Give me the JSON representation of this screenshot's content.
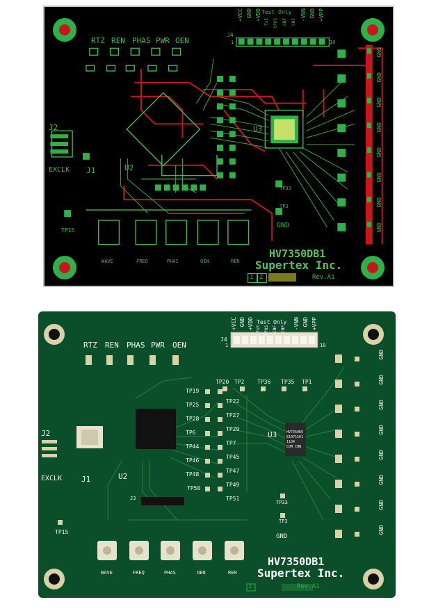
{
  "colors": {
    "top_board": "#000000",
    "top_silk": "#46b94d",
    "top_trace_red": "#c8161e",
    "bottom_board": "#0b4f2a",
    "bottom_silk": "#f2f2f2"
  },
  "top_view": {
    "switch_labels": [
      "RTZ",
      "REN",
      "PHAS",
      "PWR",
      "OEN"
    ],
    "connector_label": "J4",
    "connector_pins": [
      "+VCC",
      "GND",
      "+VDD",
      "TxE",
      "CPOS",
      "CNF",
      "CNF",
      "-VNN",
      "GND",
      "+VPP"
    ],
    "test_only": "Test Only",
    "pin1": "1",
    "pin10": "10",
    "u2": "U2",
    "u3": "U3",
    "j1": "J1",
    "j2": "J2",
    "excl": "EXCLK",
    "tp15": "TP15",
    "tp3": "TP3",
    "gnd": "GND",
    "tp33": "TP33",
    "buttons": [
      "WAVE",
      "FREQ",
      "PHAS",
      "OEN",
      "REN"
    ],
    "board_name": "HV7350DB1",
    "company": "Supertex Inc.",
    "layer1": "1",
    "layer2": "2",
    "revision": "Rev.A1",
    "right_gnd": [
      "GND",
      "GND",
      "GND",
      "GND",
      "GND",
      "GND",
      "GND",
      "GND"
    ]
  },
  "bottom_view": {
    "switch_labels": [
      "RTZ",
      "REN",
      "PHAS",
      "PWR",
      "OEN"
    ],
    "connector_label": "J4",
    "connector_pins": [
      "+VCC",
      "GND",
      "+VDD",
      "TxE",
      "CPOS",
      "CNF",
      "CNF",
      "-VNN",
      "GND",
      "+VPP"
    ],
    "test_only": "Test Only",
    "pin1": "1",
    "pin10": "10",
    "u2": "U2",
    "u3": "U3",
    "j1": "J1",
    "j2": "J2",
    "j3": "J3",
    "excl": "EXCLK",
    "tp15": "TP15",
    "tp3": "TP3",
    "tp33": "TP33",
    "gnd": "GND",
    "buttons": [
      "WAVE",
      "FREQ",
      "PHAS",
      "OEN",
      "REN"
    ],
    "left_tps": [
      "TP19",
      "TP25",
      "TP28",
      "TP6",
      "TP44",
      "TP46",
      "TP48",
      "TP50"
    ],
    "right_tps": [
      "TP22",
      "TP27",
      "TP29",
      "TP7",
      "TP45",
      "TP47",
      "TP49",
      "TP51"
    ],
    "top_tps": [
      "TP20",
      "TP2",
      "TP36",
      "TP35",
      "TP1"
    ],
    "chip_text": [
      "HV7350K6",
      "E1071501",
      "1104",
      "COM CHN"
    ],
    "board_name": "HV7350DB1",
    "company": "Supertex Inc.",
    "layer1": "1",
    "revision": "Rev.A1",
    "right_gnd": [
      "GND",
      "GND",
      "GND",
      "GND",
      "GND",
      "GND",
      "GND",
      "GND"
    ]
  }
}
